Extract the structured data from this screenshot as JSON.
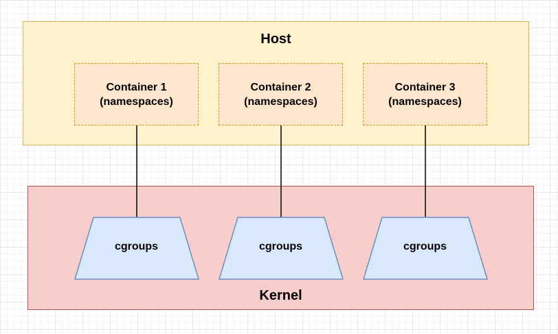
{
  "host": {
    "label": "Host",
    "fill": "#fff2cc",
    "stroke": "#d6b656"
  },
  "kernel": {
    "label": "Kernel",
    "fill": "#f8cecc",
    "stroke": "#b85450"
  },
  "containers": [
    {
      "line1": "Container 1",
      "line2": "(namespaces)"
    },
    {
      "line1": "Container 2",
      "line2": "(namespaces)"
    },
    {
      "line1": "Container 3",
      "line2": "(namespaces)"
    }
  ],
  "cgroups": [
    {
      "label": "cgroups"
    },
    {
      "label": "cgroups"
    },
    {
      "label": "cgroups"
    }
  ],
  "colors": {
    "container_fill": "#ffe6cc",
    "container_stroke": "#d79b00",
    "cgroup_fill": "#dae8fc",
    "cgroup_stroke": "#6c8ebf"
  }
}
